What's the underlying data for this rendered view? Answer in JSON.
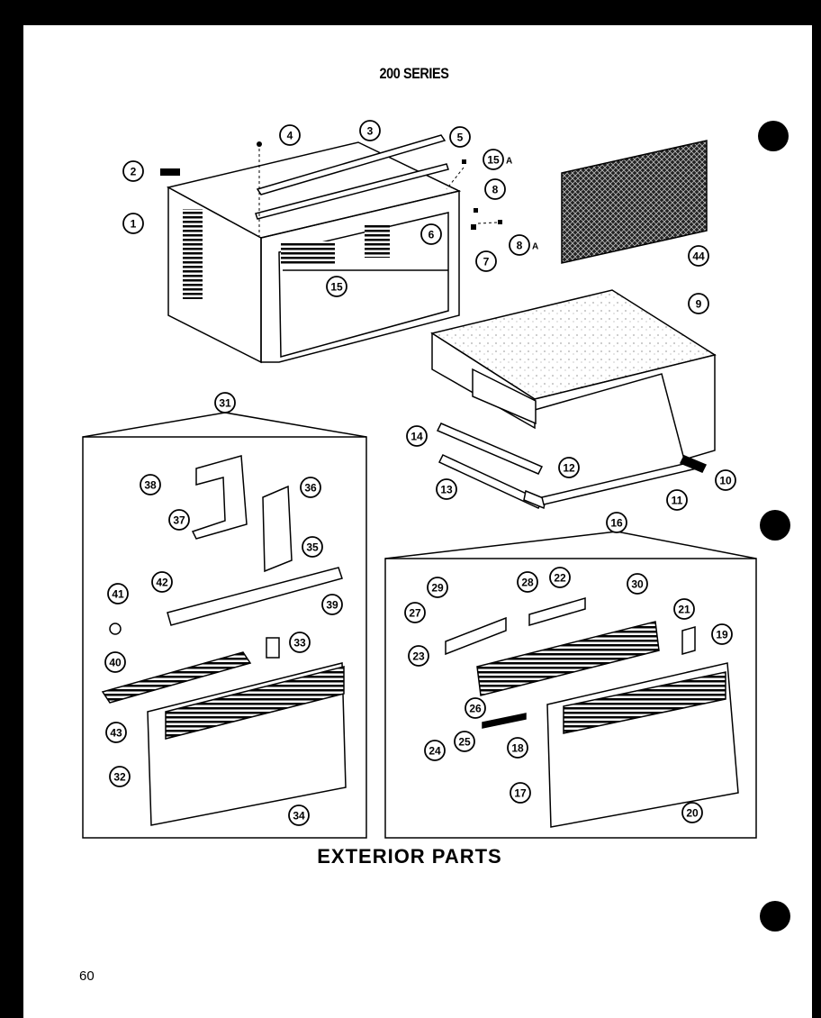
{
  "header": {
    "series_title": "200 SERIES"
  },
  "footer": {
    "section_title": "EXTERIOR PARTS",
    "page_number": "60"
  },
  "callouts": [
    {
      "id": "1",
      "label": "1"
    },
    {
      "id": "2",
      "label": "2"
    },
    {
      "id": "3",
      "label": "3"
    },
    {
      "id": "4",
      "label": "4"
    },
    {
      "id": "5",
      "label": "5"
    },
    {
      "id": "6",
      "label": "6"
    },
    {
      "id": "7",
      "label": "7"
    },
    {
      "id": "8",
      "label": "8"
    },
    {
      "id": "8a",
      "label": "8",
      "suffix": "A"
    },
    {
      "id": "9",
      "label": "9"
    },
    {
      "id": "10",
      "label": "10"
    },
    {
      "id": "11",
      "label": "11"
    },
    {
      "id": "12",
      "label": "12"
    },
    {
      "id": "13",
      "label": "13"
    },
    {
      "id": "14",
      "label": "14"
    },
    {
      "id": "15",
      "label": "15"
    },
    {
      "id": "15a",
      "label": "15",
      "suffix": "A"
    },
    {
      "id": "16",
      "label": "16"
    },
    {
      "id": "17",
      "label": "17"
    },
    {
      "id": "18",
      "label": "18"
    },
    {
      "id": "19",
      "label": "19"
    },
    {
      "id": "20",
      "label": "20"
    },
    {
      "id": "21",
      "label": "21"
    },
    {
      "id": "22",
      "label": "22"
    },
    {
      "id": "23",
      "label": "23"
    },
    {
      "id": "24",
      "label": "24"
    },
    {
      "id": "25",
      "label": "25"
    },
    {
      "id": "26",
      "label": "26"
    },
    {
      "id": "27",
      "label": "27"
    },
    {
      "id": "28",
      "label": "28"
    },
    {
      "id": "29",
      "label": "29"
    },
    {
      "id": "30",
      "label": "30"
    },
    {
      "id": "31",
      "label": "31"
    },
    {
      "id": "32",
      "label": "32"
    },
    {
      "id": "33",
      "label": "33"
    },
    {
      "id": "34",
      "label": "34"
    },
    {
      "id": "35",
      "label": "35"
    },
    {
      "id": "36",
      "label": "36"
    },
    {
      "id": "37",
      "label": "37"
    },
    {
      "id": "38a",
      "label": "38"
    },
    {
      "id": "38b",
      "label": "38"
    },
    {
      "id": "39",
      "label": "39"
    },
    {
      "id": "40",
      "label": "40"
    },
    {
      "id": "41",
      "label": "41"
    },
    {
      "id": "42",
      "label": "42"
    },
    {
      "id": "43",
      "label": "43"
    },
    {
      "id": "44",
      "label": "44"
    }
  ]
}
